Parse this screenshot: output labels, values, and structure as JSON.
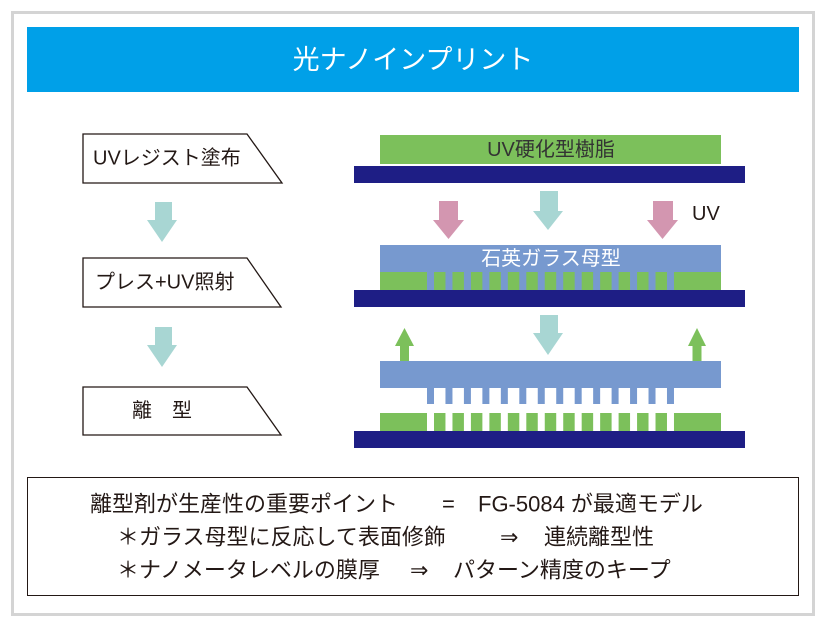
{
  "title": "光ナノインプリント",
  "process_steps": [
    {
      "label": "UVレジスト塗布"
    },
    {
      "label": "プレス+UV照射"
    },
    {
      "label": "離　型"
    }
  ],
  "diagram": {
    "resin_label": "UV硬化型樹脂",
    "uv_label": "UV",
    "mold_label": "石英ガラス母型"
  },
  "summary": {
    "line1": {
      "point": "離型剤が生産性の重要ポイント",
      "operator": "=",
      "conclusion": "FG-5084 が最適モデル"
    },
    "line2": {
      "cause": "＊ガラス母型に反応して表面修飾",
      "arrow": "⇒",
      "effect": "連続離型性"
    },
    "line3": {
      "cause": "＊ナノメータレベルの膜厚",
      "arrow": "⇒",
      "effect": "パターン精度のキープ"
    }
  },
  "icons": {
    "flow_arrow": "arrow-down-icon",
    "uv_arrow": "arrow-down-icon",
    "press_arrow": "arrow-down-icon",
    "release_arrow": "arrow-up-icon"
  },
  "colors": {
    "header": "#00a0e8",
    "resin": "#7cc05b",
    "mold": "#7799cf",
    "substrate": "#1e1e85",
    "press_arrow": "#a8d6d3",
    "uv_arrow": "#d396b0",
    "release_arrow": "#7cc05b",
    "text": "#231815"
  }
}
